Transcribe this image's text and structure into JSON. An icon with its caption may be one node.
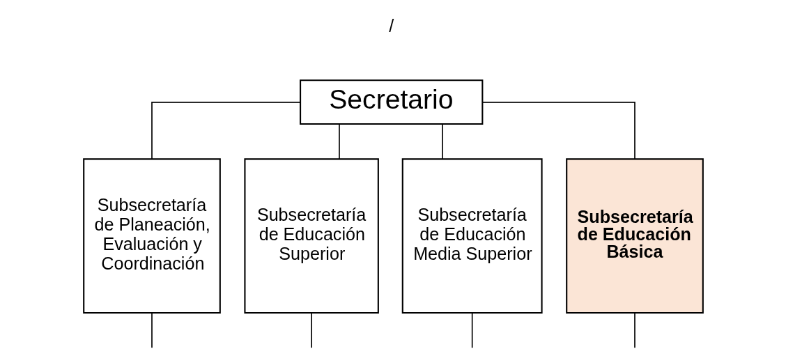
{
  "diagram": {
    "nodes": [
      {
        "text": [
          "Secretario"
        ]
      },
      {
        "text": [
          "Subsecretaría de Planeación, Evaluación y Coordinación"
        ]
      },
      {
        "text": [
          "Subsecretaría de Educación Superior"
        ]
      },
      {
        "text": [
          "Subsecretaría de Educación Media Superior"
        ]
      },
      {
        "text": [
          "Subsecretaría de Educación Básica"
        ]
      }
    ],
    "edges": [
      {
        "from": 0,
        "to": 1,
        "arrow": "none"
      },
      {
        "from": 0,
        "to": 2,
        "arrow": "none"
      },
      {
        "from": 0,
        "to": 3,
        "arrow": "none"
      },
      {
        "from": 0,
        "to": 4,
        "arrow": "none"
      },
      {
        "from": 1,
        "to": null,
        "arrow": "none"
      },
      {
        "from": 2,
        "to": null,
        "arrow": "none"
      },
      {
        "from": 3,
        "to": null,
        "arrow": "none"
      },
      {
        "from": 4,
        "to": null,
        "arrow": "none"
      }
    ],
    "labels": [
      "/"
    ]
  }
}
